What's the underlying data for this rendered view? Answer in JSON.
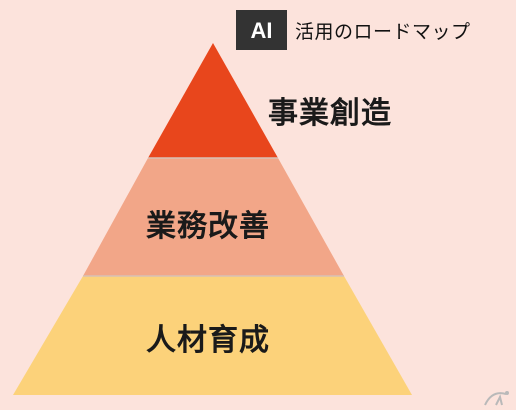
{
  "header": {
    "badge": "AI",
    "title": "活用のロードマップ"
  },
  "pyramid": {
    "tiers": [
      {
        "label": "事業創造",
        "color": "#e8461c"
      },
      {
        "label": "業務改善",
        "color": "#f2a688"
      },
      {
        "label": "人材育成",
        "color": "#fcd27a"
      }
    ]
  },
  "logo": "itmedia-watermark"
}
